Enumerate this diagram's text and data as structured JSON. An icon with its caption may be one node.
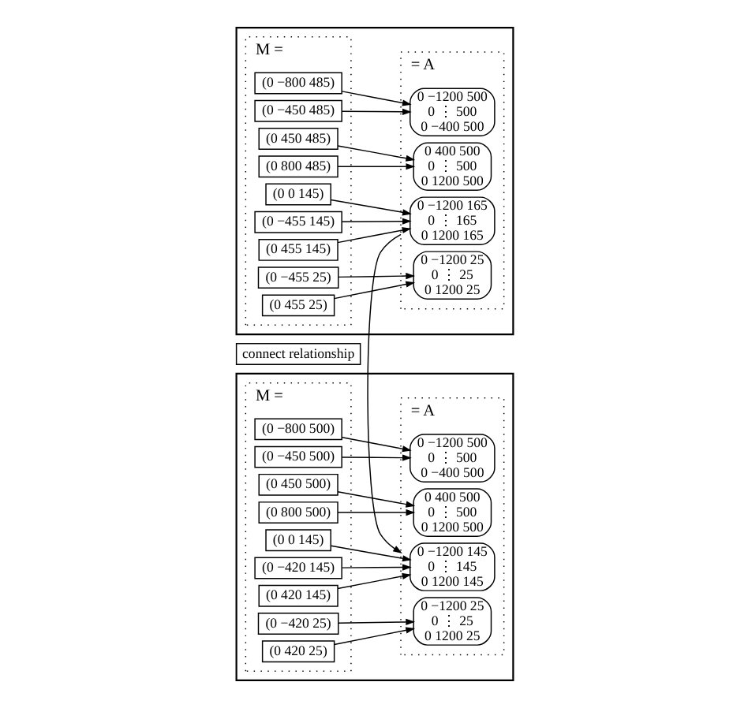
{
  "diagram": {
    "nodes": [
      {
        "text": [],
        "shape": "box"
      },
      {
        "text": [
          "M ="
        ],
        "in": 0
      },
      {
        "text": [
          "(0 −800 485)"
        ],
        "in": 1
      },
      {
        "text": [
          "(0 −450 485)"
        ],
        "in": 1
      },
      {
        "text": [
          "(0 450 485)"
        ],
        "in": 1
      },
      {
        "text": [
          "(0 800 485)"
        ],
        "in": 1
      },
      {
        "text": [
          "(0 0 145)"
        ],
        "in": 1
      },
      {
        "text": [
          "(0 −455 145)"
        ],
        "in": 1
      },
      {
        "text": [
          "(0 455 145)"
        ],
        "in": 1
      },
      {
        "text": [
          "(0 −455 25)"
        ],
        "in": 1
      },
      {
        "text": [
          "(0 455 25)"
        ],
        "in": 1
      },
      {
        "text": [
          "= A"
        ],
        "in": 0
      },
      {
        "text": [
          "0 −1200 500",
          "0 ⋮ 500",
          "0 −400 500"
        ],
        "in": 11
      },
      {
        "text": [
          "0 400 500",
          "0 ⋮ 500",
          "0 1200 500"
        ],
        "in": 11
      },
      {
        "text": [
          "0 −1200 165",
          "0 ⋮ 165",
          "0 1200 165"
        ],
        "in": 11
      },
      {
        "text": [
          "0 −1200 25",
          "0 ⋮ 25",
          "0 1200 25"
        ],
        "in": 11
      },
      {
        "text": [
          "connect relationship"
        ]
      },
      {
        "text": [],
        "shape": "box"
      },
      {
        "text": [
          "M ="
        ],
        "in": 17
      },
      {
        "text": [
          "(0 −800 500)"
        ],
        "in": 18
      },
      {
        "text": [
          "(0 −450 500)"
        ],
        "in": 18
      },
      {
        "text": [
          "(0 450 500)"
        ],
        "in": 18
      },
      {
        "text": [
          "(0 800 500)"
        ],
        "in": 18
      },
      {
        "text": [
          "(0 0 145)"
        ],
        "in": 18
      },
      {
        "text": [
          "(0 −420 145)"
        ],
        "in": 18
      },
      {
        "text": [
          "(0 420 145)"
        ],
        "in": 18
      },
      {
        "text": [
          "(0 −420 25)"
        ],
        "in": 18
      },
      {
        "text": [
          "(0 420 25)"
        ],
        "in": 18
      },
      {
        "text": [
          "= A"
        ],
        "in": 17
      },
      {
        "text": [
          "0 −1200 500",
          "0 ⋮ 500",
          "0 −400 500"
        ],
        "in": 28
      },
      {
        "text": [
          "0 400 500",
          "0 ⋮ 500",
          "0 1200 500"
        ],
        "in": 28
      },
      {
        "text": [
          "0 −1200 145",
          "0 ⋮ 145",
          "0 1200 145"
        ],
        "in": 28
      },
      {
        "text": [
          "0 −1200 25",
          "0 ⋮ 25",
          "0 1200 25"
        ],
        "in": 28
      }
    ],
    "edges": [
      {
        "from": 2,
        "to": 12,
        "arrow": "to"
      },
      {
        "from": 3,
        "to": 12,
        "arrow": "to"
      },
      {
        "from": 4,
        "to": 13,
        "arrow": "to"
      },
      {
        "from": 5,
        "to": 13,
        "arrow": "to"
      },
      {
        "from": 6,
        "to": 14,
        "arrow": "to"
      },
      {
        "from": 7,
        "to": 14,
        "arrow": "to"
      },
      {
        "from": 8,
        "to": 14,
        "arrow": "to"
      },
      {
        "from": 9,
        "to": 15,
        "arrow": "to"
      },
      {
        "from": 10,
        "to": 15,
        "arrow": "to"
      },
      {
        "from": 19,
        "to": 29,
        "arrow": "to"
      },
      {
        "from": 20,
        "to": 29,
        "arrow": "to"
      },
      {
        "from": 21,
        "to": 30,
        "arrow": "to"
      },
      {
        "from": 22,
        "to": 30,
        "arrow": "to"
      },
      {
        "from": 23,
        "to": 31,
        "arrow": "to"
      },
      {
        "from": 24,
        "to": 31,
        "arrow": "to"
      },
      {
        "from": 25,
        "to": 31,
        "arrow": "to"
      },
      {
        "from": 26,
        "to": 32,
        "arrow": "to"
      },
      {
        "from": 27,
        "to": 32,
        "arrow": "to"
      },
      {
        "from": 11,
        "to": 28,
        "arrow": "to"
      }
    ]
  }
}
